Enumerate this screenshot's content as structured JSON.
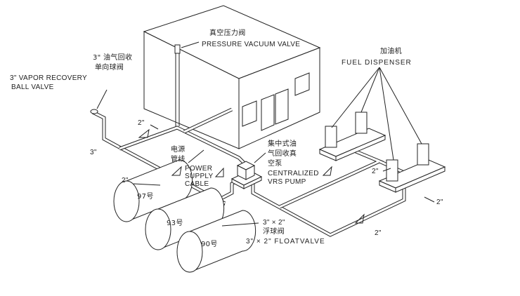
{
  "labels": {
    "pv_valve_cn": "真空压力阀",
    "pv_valve_en": "PRESSURE   VACUUM   VALVE",
    "vapor_valve_cn1": "3\" 油气回收",
    "vapor_valve_cn2": "单向球阀",
    "vapor_valve_en1": "3\" VAPOR RECOVERY",
    "vapor_valve_en2": "BALL VALVE",
    "dispenser_cn": "加油机",
    "dispenser_en": "FUEL DISPENSER",
    "power_cn1": "电源",
    "power_cn2": "管线",
    "power_en1": "POWER",
    "power_en2": "SUPPLY",
    "power_en3": "CABLE",
    "pump_cn1": "集中式油",
    "pump_cn2": "气回收真",
    "pump_cn3": "空泵",
    "pump_en1": "CENTRALIZED",
    "pump_en2": "VRS   PUMP",
    "float_size": "3\" × 2\"",
    "float_cn": "浮球阀",
    "float_en": "3\" × 2\" FLOATVALVE",
    "tank_97": "97号",
    "tank_93": "93号",
    "tank_90": "90号",
    "pipe_2in_a": "2\"",
    "pipe_3in": "3\"",
    "pipe_2in_b": "2\"",
    "pipe_2in_c": "2\"",
    "pipe_2in_d": "2\"",
    "pipe_2in_e": "2\""
  }
}
